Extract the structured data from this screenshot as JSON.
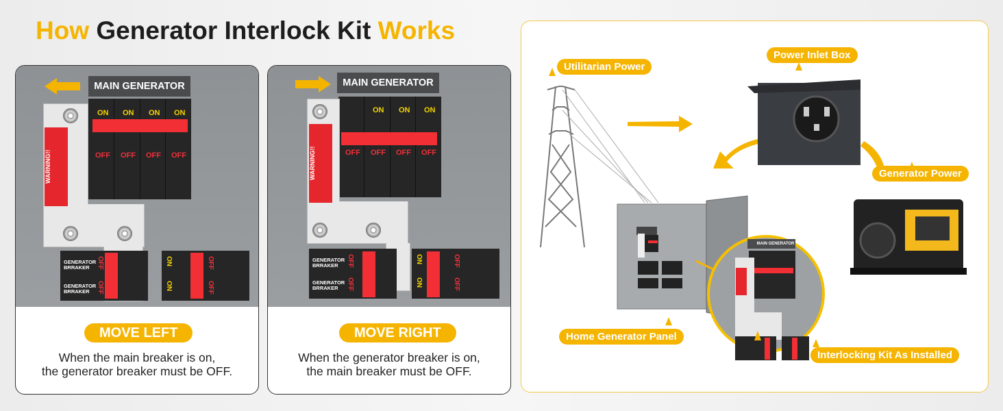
{
  "title": {
    "part1": "How",
    "part2": "Generator Interlock Kit",
    "part3": "Works"
  },
  "colors": {
    "accent": "#f5b400",
    "breaker_red": "#f12f35",
    "panel_gray": "#909497"
  },
  "breaker": {
    "main_label": "MAIN GENERATOR",
    "on": "ON",
    "off": "OFF",
    "warning": "WARNING!!",
    "gen_label_1": "GENERATOR",
    "gen_label_2": "BRRAKER"
  },
  "panels": [
    {
      "button": "MOVE LEFT",
      "arrow": "arrow-left",
      "line1": "When the main breaker is on,",
      "line2": "the generator breaker must be OFF."
    },
    {
      "button": "MOVE RIGHT",
      "arrow": "arrow-right",
      "line1": "When the generator breaker is on,",
      "line2": "the main breaker must be OFF."
    }
  ],
  "diagram": {
    "utility": "Utilitarian Power",
    "inlet": "Power Inlet Box",
    "generator": "Generator Power",
    "home_panel": "Home Generator Panel",
    "installed": "Interlocking Kit As Installed"
  }
}
